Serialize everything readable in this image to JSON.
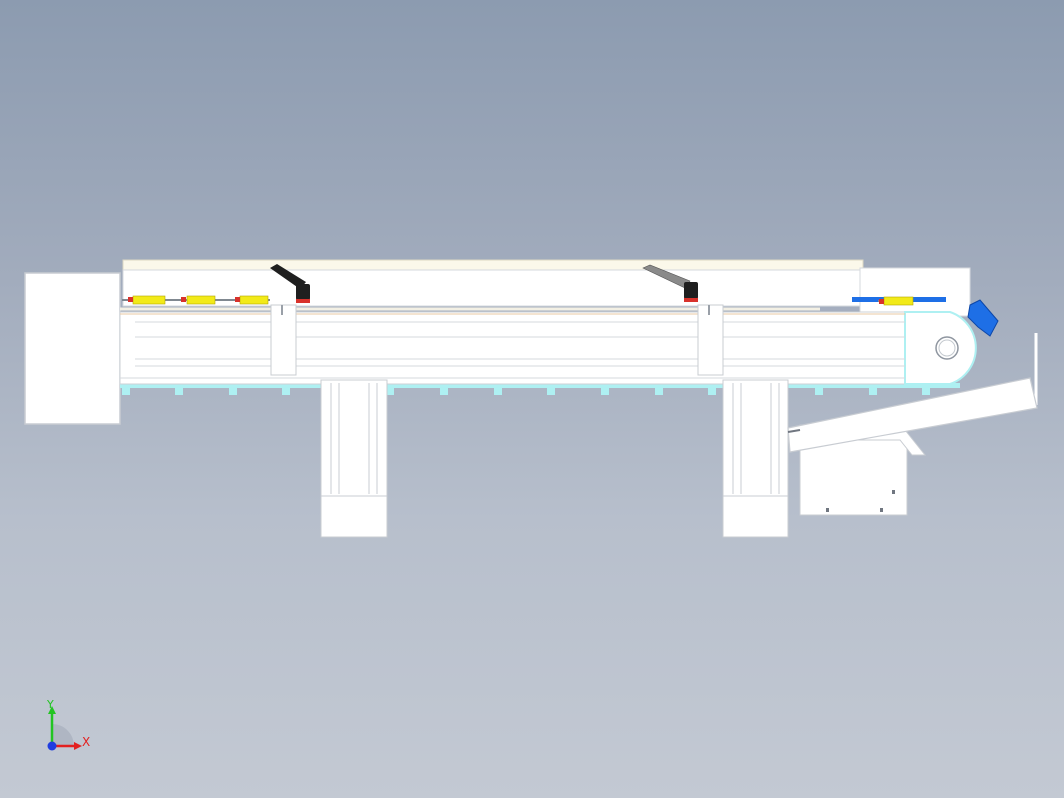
{
  "viewport": {
    "background_top": "#8c9bb0",
    "background_bottom": "#c3c9d3"
  },
  "model": {
    "name": "belt conveyor",
    "view": "front",
    "colors": {
      "body": "#ffffff",
      "edge": "#c8ccd2",
      "cover": "#fbf8ea",
      "guide": "#aef0f2",
      "spring": "#f2ea18",
      "clamp": "#1f1f1f",
      "motor": "#1e6fe6"
    }
  },
  "triad": {
    "x_label": "X",
    "y_label": "Y",
    "x_color": "#e32020",
    "y_color": "#22c422",
    "z_color": "#1f3de0"
  }
}
